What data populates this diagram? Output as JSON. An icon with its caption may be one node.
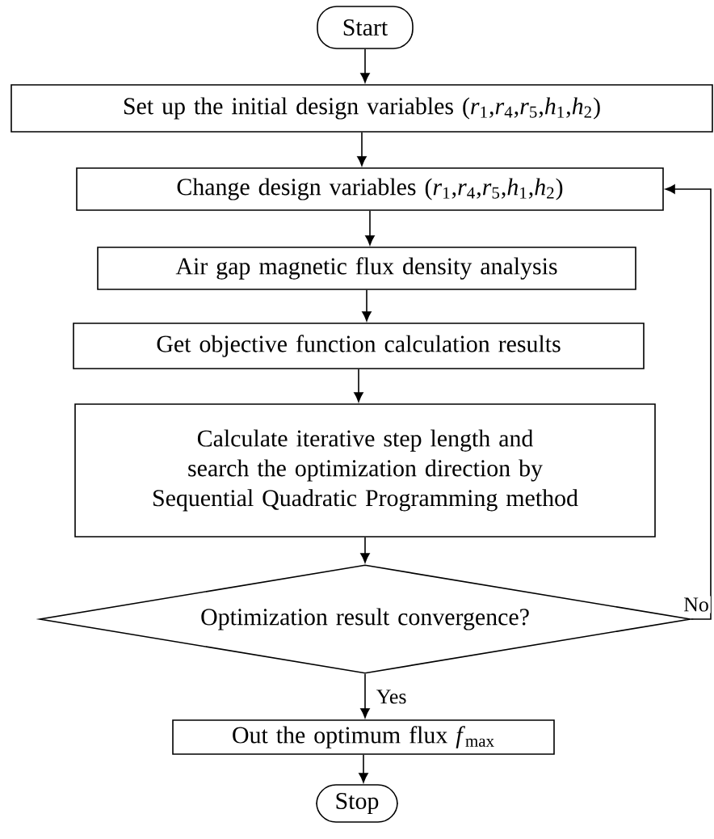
{
  "diagram": {
    "nodes": [
      {
        "text": [
          "Start"
        ]
      },
      {
        "text": [
          "Set up the initial design variables (*r*$_{1}$,*r*$_{4}$,*r*$_{5}$,*h*$_{1}$,*h*$_{2}$)"
        ]
      },
      {
        "text": [
          "Change  design variables (*r*$_{1}$,*r*$_{4}$,*r*$_{5}$,*h*$_{1}$,*h*$_{2}$)"
        ]
      },
      {
        "text": [
          "Air gap magnetic flux density analysis"
        ]
      },
      {
        "text": [
          "Get objective function calculation results"
        ]
      },
      {
        "text": [
          "Calculate iterative step length and search the optimization direction by Sequential Quadratic Programming method"
        ]
      },
      {
        "text": [
          "Optimization result convergence?"
        ]
      },
      {
        "text": [
          "Out the optimum flux *f*$_{max}$"
        ]
      },
      {
        "text": [
          "Stop"
        ]
      }
    ],
    "edges": [
      {
        "from": 0,
        "to": 1,
        "arrow": "to"
      },
      {
        "from": 1,
        "to": 2,
        "arrow": "to"
      },
      {
        "from": 2,
        "to": 3,
        "arrow": "to"
      },
      {
        "from": 3,
        "to": 4,
        "arrow": "to"
      },
      {
        "from": 4,
        "to": 5,
        "arrow": "to"
      },
      {
        "from": 5,
        "to": 6,
        "arrow": "to"
      },
      {
        "from": 6,
        "to": 7,
        "arrow": "to",
        "label": "Yes"
      },
      {
        "from": 7,
        "to": 8,
        "arrow": "to"
      },
      {
        "from": 6,
        "to": 2,
        "arrow": "to",
        "label": "No"
      }
    ]
  }
}
